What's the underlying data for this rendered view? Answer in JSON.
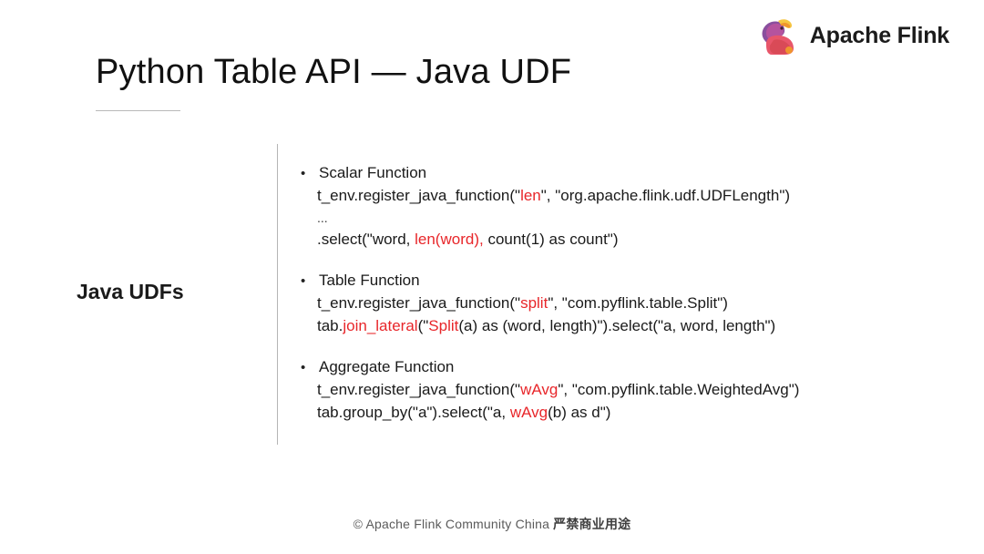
{
  "brand": {
    "name": "Apache Flink",
    "logo_icon": "apache-flink-squirrel-icon",
    "colors": {
      "tail_purple": "#8a4f9e",
      "tail_magenta": "#b5539e",
      "body_pink": "#e8566a",
      "body_red": "#d94a57",
      "accent_orange": "#f0952e",
      "highlight_yellow": "#f5c542"
    }
  },
  "slide": {
    "title": "Python Table API — Java UDF",
    "section_label": "Java UDFs",
    "accent_color": "#e8262a",
    "text_color": "#1a1a1a",
    "background": "#ffffff"
  },
  "blocks": [
    {
      "bullet": "•",
      "title": "Scalar Function",
      "lines": [
        {
          "style": "code",
          "parts": [
            {
              "t": "t_env.register_java_function(\"",
              "hl": false
            },
            {
              "t": "len",
              "hl": true
            },
            {
              "t": "\", \"org.apache.flink.udf.UDFLength\")",
              "hl": false
            }
          ]
        },
        {
          "style": "ellipsis",
          "parts": [
            {
              "t": "...",
              "hl": false
            }
          ]
        },
        {
          "style": "code",
          "parts": [
            {
              "t": ".select(\"word, ",
              "hl": false
            },
            {
              "t": "len(word),",
              "hl": true
            },
            {
              "t": " count(1) as count\")",
              "hl": false
            }
          ]
        }
      ]
    },
    {
      "bullet": "•",
      "title": "Table Function",
      "lines": [
        {
          "style": "code",
          "parts": [
            {
              "t": "t_env.register_java_function(\"",
              "hl": false
            },
            {
              "t": "split",
              "hl": true
            },
            {
              "t": "\", \"com.pyflink.table.Split\")",
              "hl": false
            }
          ]
        },
        {
          "style": "code",
          "parts": [
            {
              "t": "tab.",
              "hl": false
            },
            {
              "t": "join_lateral",
              "hl": true
            },
            {
              "t": "(\"",
              "hl": false
            },
            {
              "t": "Split",
              "hl": true
            },
            {
              "t": "(a) as (word, length)\").select(\"a, word, length\")",
              "hl": false
            }
          ]
        }
      ]
    },
    {
      "bullet": "•",
      "title": "Aggregate Function",
      "lines": [
        {
          "style": "code",
          "parts": [
            {
              "t": "t_env.register_java_function(\"",
              "hl": false
            },
            {
              "t": "wAvg",
              "hl": true
            },
            {
              "t": "\", \"com.pyflink.table.WeightedAvg\")",
              "hl": false
            }
          ]
        },
        {
          "style": "code",
          "parts": [
            {
              "t": "tab.group_by(\"a\").select(\"a, ",
              "hl": false
            },
            {
              "t": "wAvg",
              "hl": true
            },
            {
              "t": "(b) as d\")",
              "hl": false
            }
          ]
        }
      ]
    }
  ],
  "footer": {
    "copyright": "© Apache Flink Community China",
    "notice": "严禁商业用途"
  }
}
